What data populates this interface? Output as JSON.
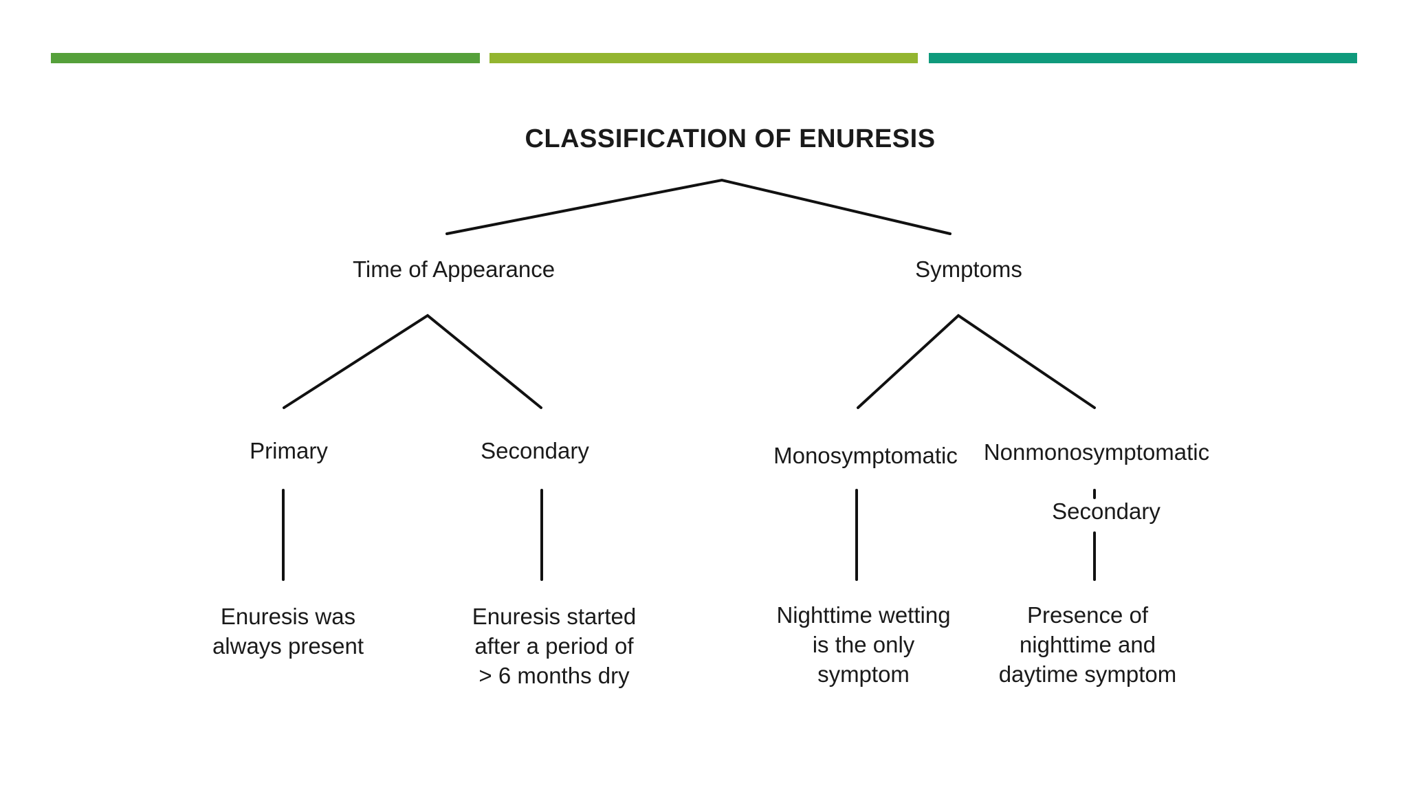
{
  "colors": {
    "bar1": "#55a03a",
    "bar2": "#93b530",
    "bar3": "#0f9a7c",
    "text": "#1a1a1a",
    "line": "#111111",
    "background": "#ffffff"
  },
  "diagram": {
    "title": "CLASSIFICATION OF ENURESIS",
    "branches": {
      "time": {
        "label": "Time of Appearance",
        "primary": {
          "label": "Primary",
          "description": [
            "Enuresis was",
            "always present"
          ]
        },
        "secondary": {
          "label": "Secondary",
          "description": [
            "Enuresis started",
            "after a period of",
            "> 6 months dry"
          ]
        }
      },
      "symptoms": {
        "label": "Symptoms",
        "mono": {
          "label": "Monosymptomatic",
          "description": [
            "Nighttime wetting",
            "is the only",
            "symptom"
          ]
        },
        "nonmono": {
          "label": "Nonmonosymptomatic",
          "note": "Secondary",
          "description": [
            "Presence of",
            "nighttime and",
            "daytime symptom"
          ]
        }
      }
    }
  }
}
